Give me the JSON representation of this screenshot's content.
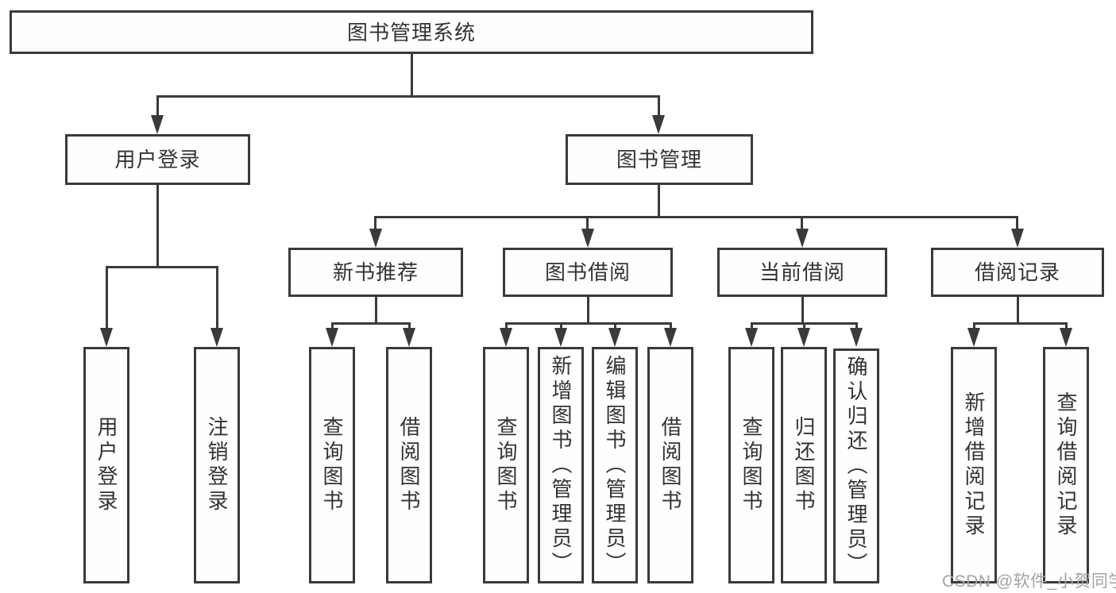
{
  "tree": {
    "title": "图书管理系统",
    "branches": [
      {
        "label": "用户登录",
        "children": [
          "用户登录",
          "注销登录"
        ]
      },
      {
        "label": "图书管理",
        "sections": [
          {
            "label": "新书推荐",
            "children": [
              "查询图书",
              "借阅图书"
            ]
          },
          {
            "label": "图书借阅",
            "children": [
              "查询图书",
              "新增图书（管理员）",
              "编辑图书（管理员）",
              "借阅图书"
            ]
          },
          {
            "label": "当前借阅",
            "children": [
              "查询图书",
              "归还图书",
              "确认归还（管理员）"
            ]
          },
          {
            "label": "借阅记录",
            "children": [
              "新增借阅记录",
              "查询借阅记录"
            ]
          }
        ]
      }
    ]
  },
  "watermark": {
    "text": "CSDN @软件_小贺同学"
  },
  "colors": {
    "line": "#3a3a3a",
    "text": "#333333",
    "watermark": "#a3a3a9"
  }
}
